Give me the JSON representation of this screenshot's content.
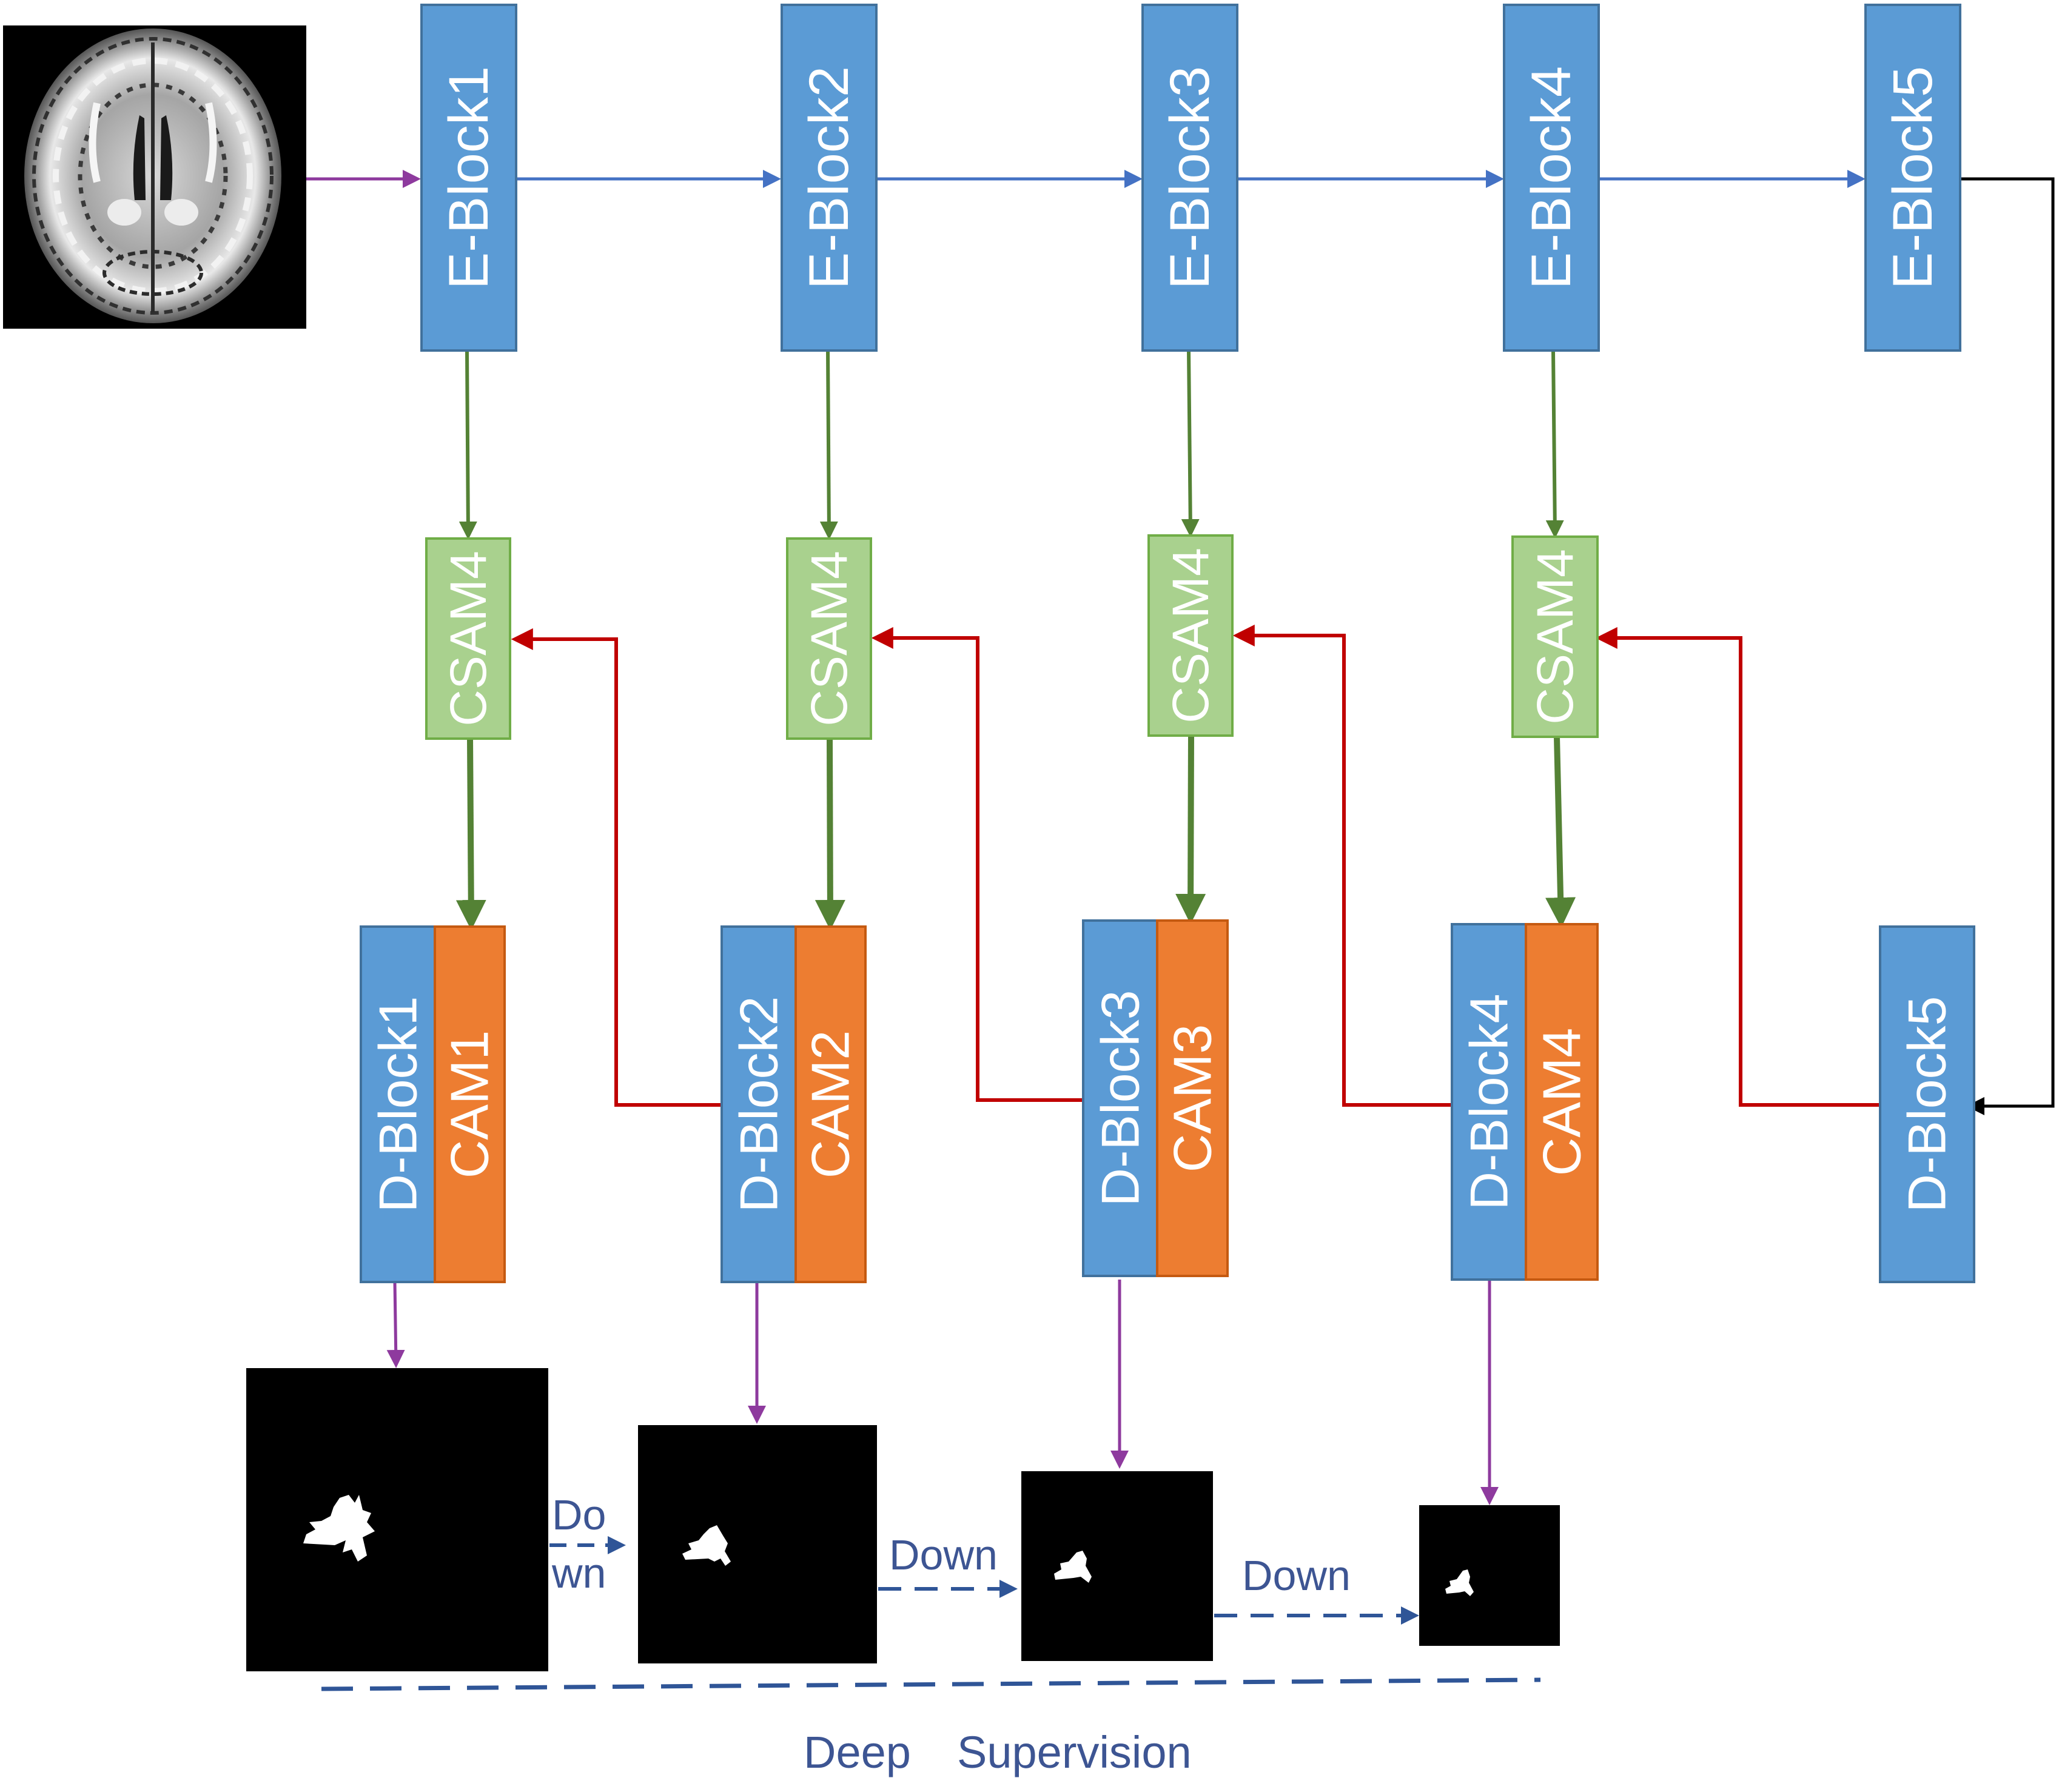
{
  "colors": {
    "e_block": "#5b9bd5",
    "csam": "#a9d18e",
    "cam": "#ed7d31",
    "flow_blue": "#4472c4",
    "flow_green": "#548235",
    "flow_red": "#c00000",
    "flow_purple": "#8e3a9e",
    "flow_black": "#000000",
    "dashed": "#2f5597"
  },
  "encoder": [
    {
      "label": "E-Block1"
    },
    {
      "label": "E-Block2"
    },
    {
      "label": "E-Block3"
    },
    {
      "label": "E-Block4"
    },
    {
      "label": "E-Block5"
    }
  ],
  "attention": [
    {
      "label": "CSAM4"
    },
    {
      "label": "CSAM4"
    },
    {
      "label": "CSAM4"
    },
    {
      "label": "CSAM4"
    }
  ],
  "decoder": [
    {
      "block": "D-Block1",
      "cam": "CAM1"
    },
    {
      "block": "D-Block2",
      "cam": "CAM2"
    },
    {
      "block": "D-Block3",
      "cam": "CAM3"
    },
    {
      "block": "D-Block4",
      "cam": "CAM4"
    },
    {
      "block": "D-Block5",
      "cam": ""
    }
  ],
  "down_labels": {
    "first_line1": "Do",
    "first_line2": "wn",
    "second": "Down",
    "third": "Down"
  },
  "deep_supervision": {
    "word1": "Deep",
    "word2": "Supervision"
  },
  "images": {
    "input": "brain-mri-slice",
    "outputs": [
      "segmentation-mask",
      "segmentation-mask",
      "segmentation-mask",
      "segmentation-mask"
    ]
  }
}
